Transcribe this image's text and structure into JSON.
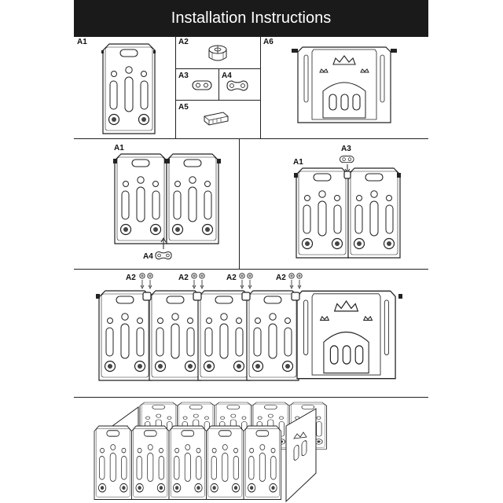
{
  "header": {
    "title": "Installation Instructions"
  },
  "labels": {
    "a1": "A1",
    "a2": "A2",
    "a3": "A3",
    "a4": "A4",
    "a5": "A5",
    "a6": "A6"
  }
}
